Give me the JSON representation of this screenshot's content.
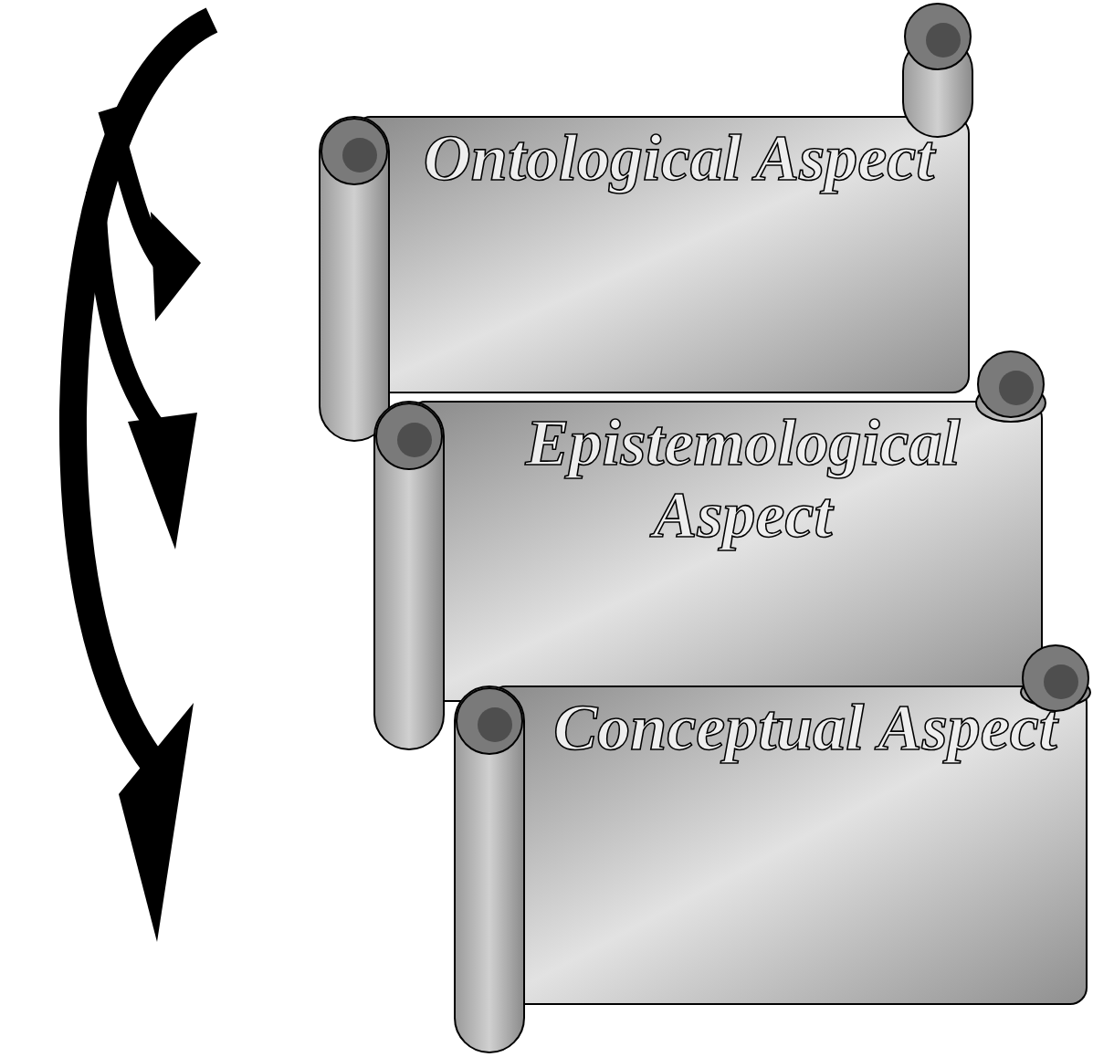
{
  "diagram": {
    "nodes": [
      {
        "text": [
          "Ontological Aspect"
        ]
      },
      {
        "text": [
          "Epistemological Aspect"
        ]
      },
      {
        "text": [
          "Conceptual Aspect"
        ]
      }
    ]
  }
}
